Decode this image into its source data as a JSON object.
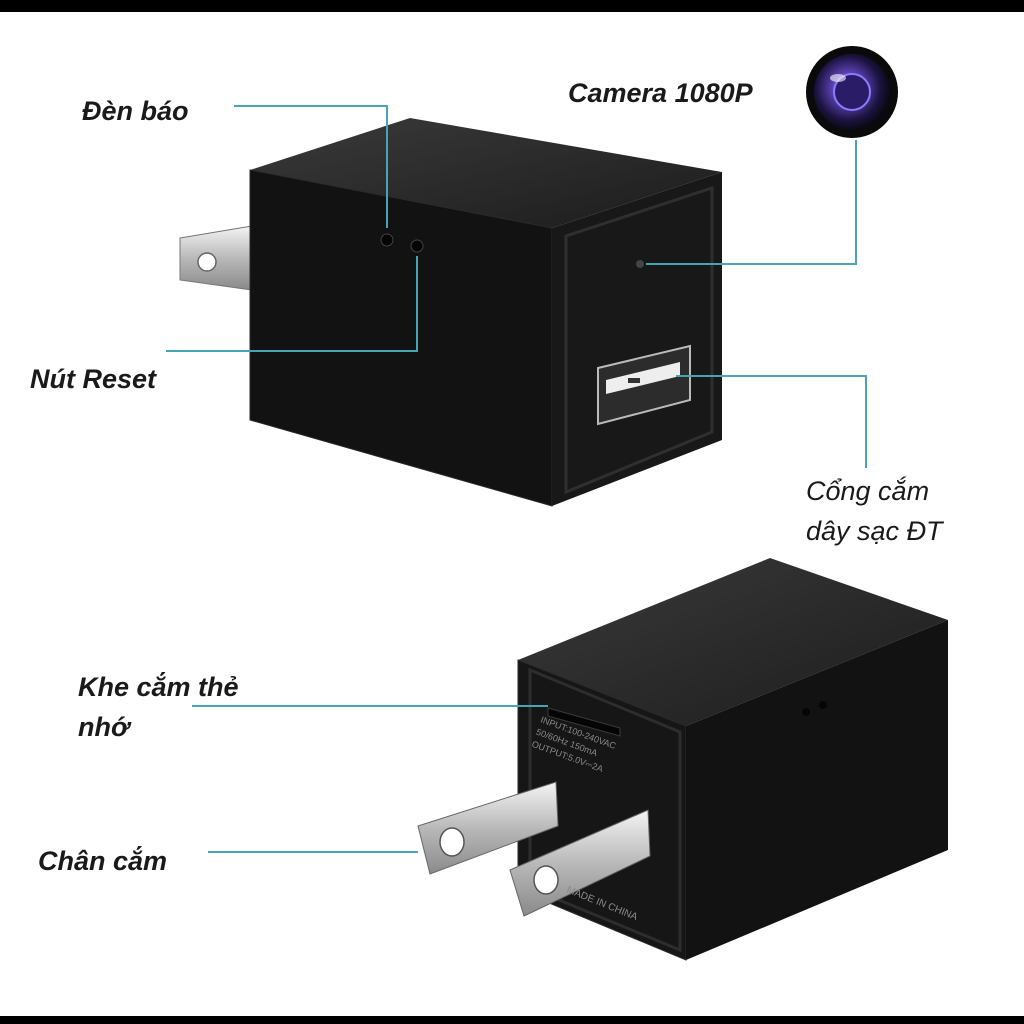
{
  "colors": {
    "leader_line": "#4aa3b5",
    "device_body": "#141414",
    "background": "#ffffff"
  },
  "labels": {
    "indicator_light": "Đèn báo",
    "camera": "Camera 1080P",
    "reset_button": "Nút Reset",
    "usb_port_line1": "Cổng cắm",
    "usb_port_line2": "dây sạc ĐT",
    "memory_slot_line1": "Khe cắm thẻ",
    "memory_slot_line2": "nhớ",
    "prongs": "Chân cắm"
  },
  "rear_print": {
    "input": "INPUT:100-240VAC",
    "freq": "50/60Hz 150mA",
    "output": "OUTPUT:5.0V⎓2A",
    "origin": "MADE IN CHINA"
  }
}
